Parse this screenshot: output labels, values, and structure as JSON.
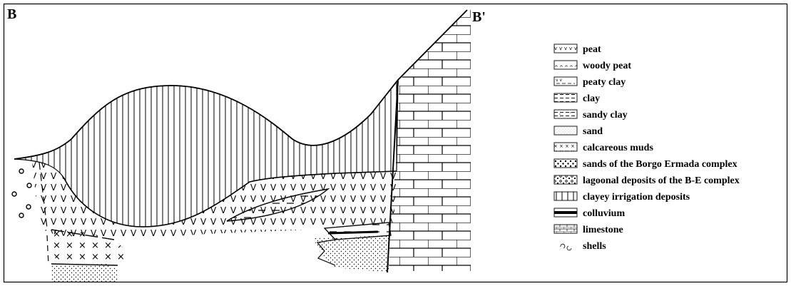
{
  "section": {
    "left_label": "B",
    "right_label": "B'"
  },
  "legend": {
    "items": [
      {
        "pattern": "peat",
        "label": "peat"
      },
      {
        "pattern": "woody-peat",
        "label": "woody peat"
      },
      {
        "pattern": "peaty-clay",
        "label": "peaty clay"
      },
      {
        "pattern": "clay",
        "label": "clay"
      },
      {
        "pattern": "sandy-clay",
        "label": "sandy clay"
      },
      {
        "pattern": "sand",
        "label": "sand"
      },
      {
        "pattern": "calcareous-muds",
        "label": "calcareous muds"
      },
      {
        "pattern": "sands-borgo",
        "label": "sands of the Borgo Ermada complex"
      },
      {
        "pattern": "lagoonal",
        "label": "lagoonal deposits of the B-E complex"
      },
      {
        "pattern": "clayey-irrigation",
        "label": "clayey irrigation deposits"
      },
      {
        "pattern": "colluvium",
        "label": "colluvium"
      },
      {
        "pattern": "limestone",
        "label": "limestone"
      },
      {
        "pattern": "shells",
        "label": "shells"
      }
    ]
  }
}
